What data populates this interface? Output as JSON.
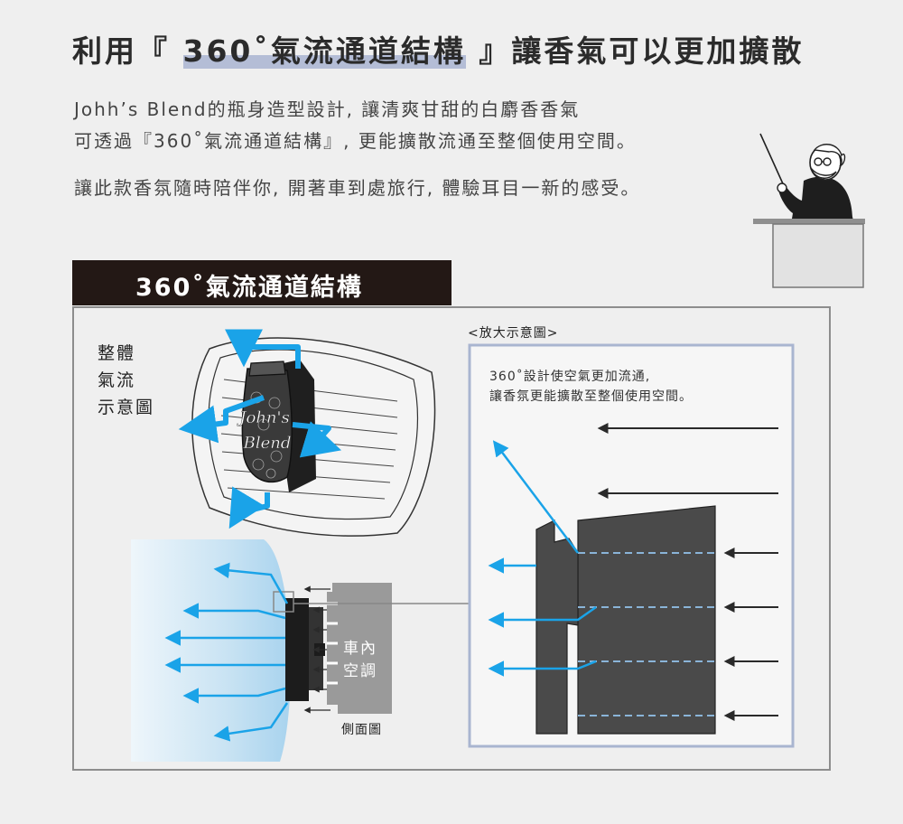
{
  "headline": {
    "before": "利用『 ",
    "highlight": "360˚氣流通道結構",
    "after": " 』讓香氣可以更加擴散"
  },
  "intro": {
    "line1": "Johh’s Blend的瓶身造型設計, 讓清爽甘甜的白麝香香氣",
    "line2": "可透過『360˚氣流通道結構』, 更能擴散流通至整個使用空間。",
    "line3": "讓此款香氛隨時陪伴你, 開著車到處旅行, 體驗耳目一新的感受。"
  },
  "banner": {
    "title": "360˚氣流通道結構"
  },
  "diagram": {
    "flow_label": [
      "整體",
      "氣流",
      "示意圖"
    ],
    "product_text": [
      "John's",
      "Blend"
    ],
    "ac_label": [
      "車內",
      "空調"
    ],
    "side_label": "側面圖",
    "zoom_title": "<放大示意圖>",
    "zoom_desc": [
      "360˚設計使空氣更加流通,",
      "讓香氛更能擴散至整個使用空間。"
    ]
  },
  "colors": {
    "arrow_blue": "#1aa3e8",
    "banner_bg": "#231815",
    "highlight": "#b4bdd6",
    "zoom_border": "#a9b5d0",
    "device_gray": "#4a4a4a",
    "vent_gray": "#9a9a9a"
  },
  "icons": [
    "teacher-with-pointer-icon",
    "air-vent-icon",
    "fragrance-bottle-icon",
    "arrow-icon"
  ]
}
